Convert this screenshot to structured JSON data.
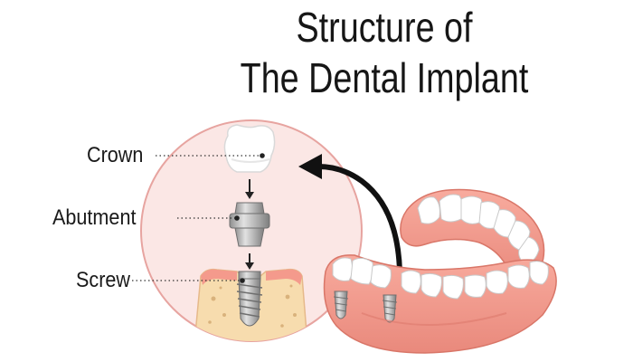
{
  "title": {
    "line1": "Structure of",
    "line2": "The Dental Implant"
  },
  "labels": {
    "crown": "Crown",
    "abutment": "Abutment",
    "screw": "Screw"
  },
  "colors": {
    "circle_fill": "#fbe7e5",
    "circle_stroke": "#e7a4a0",
    "gum": "#f49a8c",
    "gum_dark": "#e57f72",
    "bone": "#f7dcae",
    "tooth": "#ffffff",
    "metal": "#b6b6b6",
    "arrow": "#111111"
  }
}
